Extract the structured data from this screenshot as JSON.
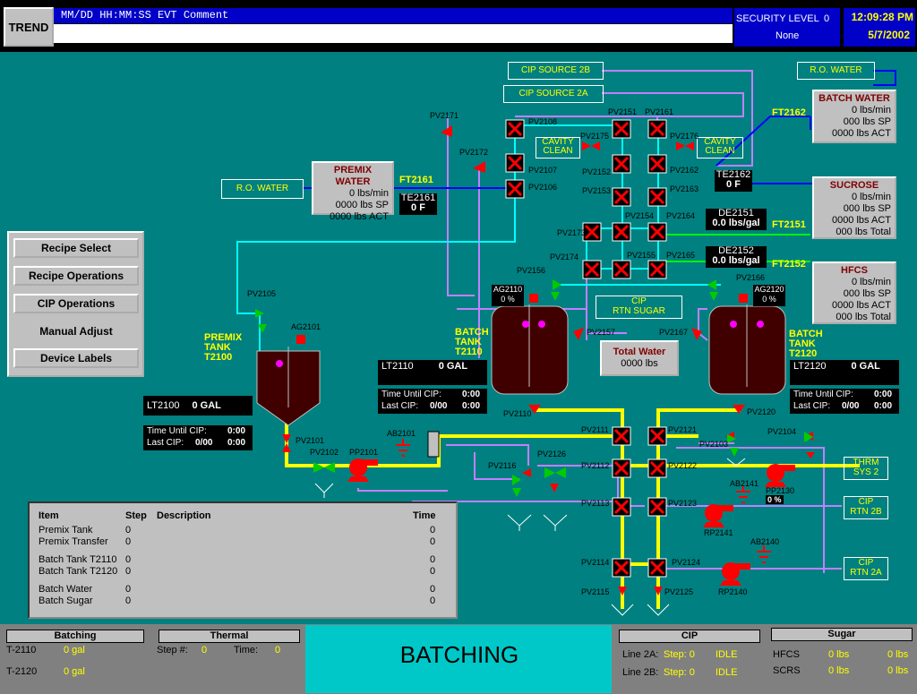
{
  "header": {
    "trend_label": "TREND",
    "event_header": "MM/DD HH:MM:SS EVT Comment",
    "security_label": "SECURITY LEVEL",
    "security_value": "0",
    "security_user": "None",
    "time": "12:09:28 PM",
    "date": "5/7/2002"
  },
  "menu": {
    "recipe_select": "Recipe Select",
    "recipe_operations": "Recipe Operations",
    "cip_operations": "CIP Operations",
    "manual_adjust": "Manual Adjust",
    "device_labels": "Device Labels"
  },
  "sources": {
    "ro_water_1": "R.O. WATER",
    "ro_water_2": "R.O. WATER",
    "cip_source_2b": "CIP SOURCE 2B",
    "cip_source_2a": "CIP SOURCE 2A",
    "cavity_clean_1_l1": "CAVITY",
    "cavity_clean_1_l2": "CLEAN",
    "cavity_clean_2_l1": "CAVITY",
    "cavity_clean_2_l2": "CLEAN",
    "cip_rtn_sugar_l1": "CIP",
    "cip_rtn_sugar_l2": "RTN SUGAR",
    "thrm_sys2_l1": "THRM",
    "thrm_sys2_l2": "SYS 2",
    "cip_rtn_2b_l1": "CIP",
    "cip_rtn_2b_l2": "RTN 2B",
    "cip_rtn_2a_l1": "CIP",
    "cip_rtn_2a_l2": "RTN 2A"
  },
  "premix_water": {
    "title": "PREMIX WATER",
    "rate": "0 lbs/min",
    "sp": "0000 lbs SP",
    "act": "0000 lbs ACT"
  },
  "batch_water": {
    "title": "BATCH WATER",
    "rate": "0 lbs/min",
    "sp": "000 lbs SP",
    "act": "0000 lbs ACT"
  },
  "sucrose": {
    "title": "SUCROSE",
    "rate": "0 lbs/min",
    "sp": "000 lbs SP",
    "act": "0000 lbs ACT",
    "total": "000 lbs Total"
  },
  "hfcs": {
    "title": "HFCS",
    "rate": "0 lbs/min",
    "sp": "000 lbs SP",
    "act": "0000 lbs ACT",
    "total": "000 lbs Total"
  },
  "total_water": {
    "title": "Total Water",
    "value": "0000 lbs"
  },
  "meters": {
    "ft2161": "FT2161",
    "ft2162": "FT2162",
    "ft2151": "FT2151",
    "ft2152": "FT2152",
    "te2161": "TE2161",
    "te2161_val": "0  F",
    "te2162": "TE2162",
    "te2162_val": "0  F",
    "de2151": "DE2151",
    "de2151_val": "0.0 lbs/gal",
    "de2152": "DE2152",
    "de2152_val": "0.0 lbs/gal"
  },
  "tanks": {
    "premix": {
      "l1": "PREMIX",
      "l2": "TANK",
      "l3": "T2100",
      "level_tag": "LT2100",
      "level": "0  GAL",
      "tuc_label": "Time Until CIP:",
      "tuc": "0:00",
      "lc_label": "Last CIP:",
      "lc_date": "0/00",
      "lc_time": "0:00"
    },
    "t2110": {
      "l1": "BATCH",
      "l2": "TANK",
      "l3": "T2110",
      "level_tag": "LT2110",
      "level": "0 GAL",
      "tuc_label": "Time Until CIP:",
      "tuc": "0:00",
      "lc_label": "Last CIP:",
      "lc_date": "0/00",
      "lc_time": "0:00",
      "ag": "AG2110",
      "ag_val": "0 %"
    },
    "t2120": {
      "l1": "BATCH",
      "l2": "TANK",
      "l3": "T2120",
      "level_tag": "LT2120",
      "level": "0 GAL",
      "tuc_label": "Time Until CIP:",
      "tuc": "0:00",
      "lc_label": "Last CIP:",
      "lc_date": "0/00",
      "lc_time": "0:00",
      "ag": "AG2120",
      "ag_val": "0 %"
    }
  },
  "valves": {
    "pv2171": "PV2171",
    "pv2172": "PV2172",
    "pv2108": "PV2108",
    "pv2107": "PV2107",
    "pv2106": "PV2106",
    "pv2151": "PV2151",
    "pv2161": "PV2161",
    "pv2175": "PV2175",
    "pv2176": "PV2176",
    "pv2152": "PV2152",
    "pv2162": "PV2162",
    "pv2153": "PV2153",
    "pv2163": "PV2163",
    "pv2154": "PV2154",
    "pv2164": "PV2164",
    "pv2173": "PV2173",
    "pv2174": "PV2174",
    "pv2155": "PV2155",
    "pv2165": "PV2165",
    "pv2156": "PV2156",
    "pv2166": "PV2166",
    "pv2157": "PV2157",
    "pv2167": "PV2167",
    "pv2105": "PV2105",
    "ag2101": "AG2101",
    "pv2110": "PV2110",
    "pv2120": "PV2120",
    "pv2101": "PV2101",
    "pv2102": "PV2102",
    "pp2101": "PP2101",
    "ab2101": "AB2101",
    "pv2111": "PV2111",
    "pv2121": "PV2121",
    "pv2103": "PV2103",
    "pv2104": "PV2104",
    "pv2126": "PV2126",
    "pv2116": "PV2116",
    "pv2112": "PV2112",
    "pv2122": "PV2122",
    "ab2141": "AB2141",
    "pp2130": "PP2130",
    "pp2130_val": "0 %",
    "pv2113": "PV2113",
    "pv2123": "PV2123",
    "rp2141": "RP2141",
    "ab2140": "AB2140",
    "pv2114": "PV2114",
    "pv2124": "PV2124",
    "rp2140": "RP2140",
    "pv2115": "PV2115",
    "pv2125": "PV2125"
  },
  "step_table": {
    "headers": {
      "item": "Item",
      "step": "Step",
      "description": "Description",
      "time": "Time"
    },
    "rows": [
      {
        "item": "Premix Tank",
        "step": "0",
        "time": "0"
      },
      {
        "item": "Premix Transfer",
        "step": "0",
        "time": "0"
      },
      {
        "item": "Batch Tank T2110",
        "step": "0",
        "time": "0"
      },
      {
        "item": "Batch Tank T2120",
        "step": "0",
        "time": "0"
      },
      {
        "item": "Batch Water",
        "step": "0",
        "time": "0"
      },
      {
        "item": "Batch Sugar",
        "step": "0",
        "time": "0"
      }
    ]
  },
  "status_bar": {
    "batching": {
      "title": "Batching",
      "t2110_label": "T-2110",
      "t2110_val": "0 gal",
      "t2120_label": "T-2120",
      "t2120_val": "0 gal"
    },
    "thermal": {
      "title": "Thermal",
      "step_label": "Step #:",
      "step_val": "0",
      "time_label": "Time:",
      "time_val": "0"
    },
    "mode": "BATCHING",
    "cip": {
      "title": "CIP",
      "line2a_label": "Line 2A:",
      "line2a_step": "Step: 0",
      "line2a_state": "IDLE",
      "line2b_label": "Line 2B:",
      "line2b_step": "Step: 0",
      "line2b_state": "IDLE"
    },
    "sugar": {
      "title": "Sugar",
      "hfcs_label": "HFCS",
      "hfcs_v1": "0 lbs",
      "hfcs_v2": "0 lbs",
      "scrs_label": "SCRS",
      "scrs_v1": "0 lbs",
      "scrs_v2": "0 lbs"
    }
  },
  "colors": {
    "background": "#008080",
    "pipe_yellow": "#ffff00",
    "pipe_blue": "#0000ff",
    "pipe_green": "#00ff00",
    "pipe_cyan": "#00ffff",
    "pipe_violet": "#c080ff",
    "valve_red": "#ff0000",
    "tank": "#400000"
  }
}
